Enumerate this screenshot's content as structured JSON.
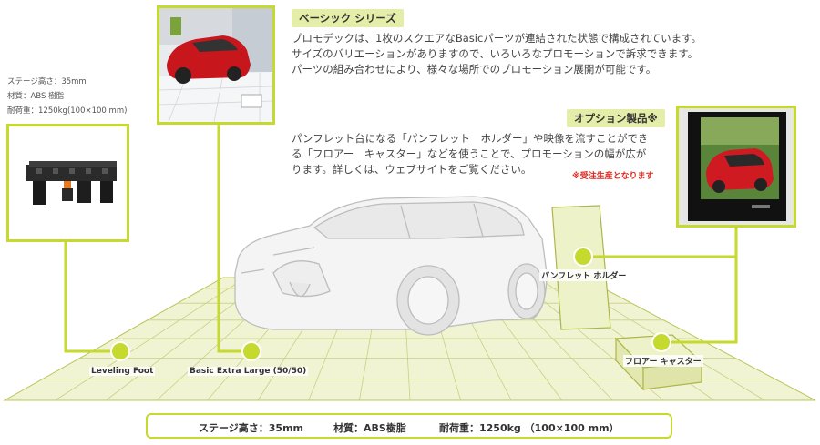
{
  "basic": {
    "title": "ベーシック シリーズ",
    "lines": [
      "プロモデックは、1枚のスクエアなBasicパーツが連結された状態で構成されています。",
      "サイズのバリエーションがありますので、いろいろなプロモーションで訴求できます。",
      "パーツの組み合わせにより、様々な場所でのプロモーション展開が可能です。"
    ]
  },
  "option": {
    "title": "オプション製品※",
    "lines": [
      "パンフレット台になる「パンフレット　ホルダー」や映像を流すことができ",
      "る「フロアー　キャスター」などを使うことで、プロモーションの幅が広が",
      "ります。詳しくは、ウェブサイトをご覧ください。"
    ],
    "note": "※受注生産となります"
  },
  "specs_left": [
    "ステージ高さ：35mm",
    "材質：ABS 樹脂",
    "耐荷重：1250kg(100×100 mm)"
  ],
  "labels": {
    "leveling_foot": "Leveling Foot",
    "basic_extra_large": "Basic Extra Large (50/50)",
    "pamphlet_holder": "パンフレット ホルダー",
    "floor_caster": "フロアー キャスター"
  },
  "bottom_bar": {
    "height": "ステージ高さ：35mm",
    "material": "材質：ABS樹脂",
    "load": "耐荷重：1250kg （100×100 mm）"
  },
  "colors": {
    "accent_green": "#c5d92e",
    "tile_fill": "#f1f4d2",
    "note_red": "#e0261b",
    "pill_bg": "#e4eea8"
  }
}
